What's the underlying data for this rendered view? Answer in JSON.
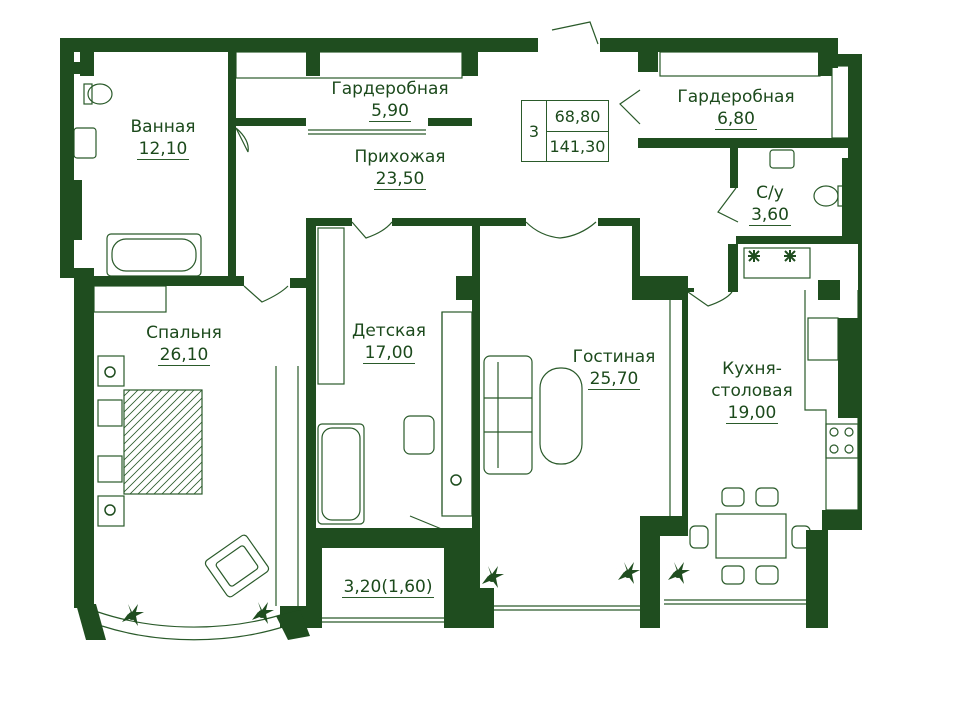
{
  "colors": {
    "wall": "#1f4d1f",
    "line": "#2a5a2a",
    "text": "#1c4a1c",
    "fill": "#eef3ec"
  },
  "summary": {
    "rooms": "3",
    "living_area": "68,80",
    "total_area": "141,30"
  },
  "rooms": [
    {
      "id": "bathroom",
      "name": "Ванная",
      "area": "12,10"
    },
    {
      "id": "wardrobe1",
      "name": "Гардеробная",
      "area": "5,90"
    },
    {
      "id": "hallway",
      "name": "Прихожая",
      "area": "23,50"
    },
    {
      "id": "wardrobe2",
      "name": "Гардеробная",
      "area": "6,80"
    },
    {
      "id": "wc",
      "name": "С/у",
      "area": "3,60"
    },
    {
      "id": "bedroom",
      "name": "Спальня",
      "area": "26,10"
    },
    {
      "id": "kids",
      "name": "Детская",
      "area": "17,00"
    },
    {
      "id": "living",
      "name": "Гостиная",
      "area": "25,70"
    },
    {
      "id": "kitchen",
      "name": "Кухня-\nстоловая",
      "area": "19,00"
    },
    {
      "id": "balcony",
      "name": "",
      "area": "3,20(1,60)"
    }
  ]
}
